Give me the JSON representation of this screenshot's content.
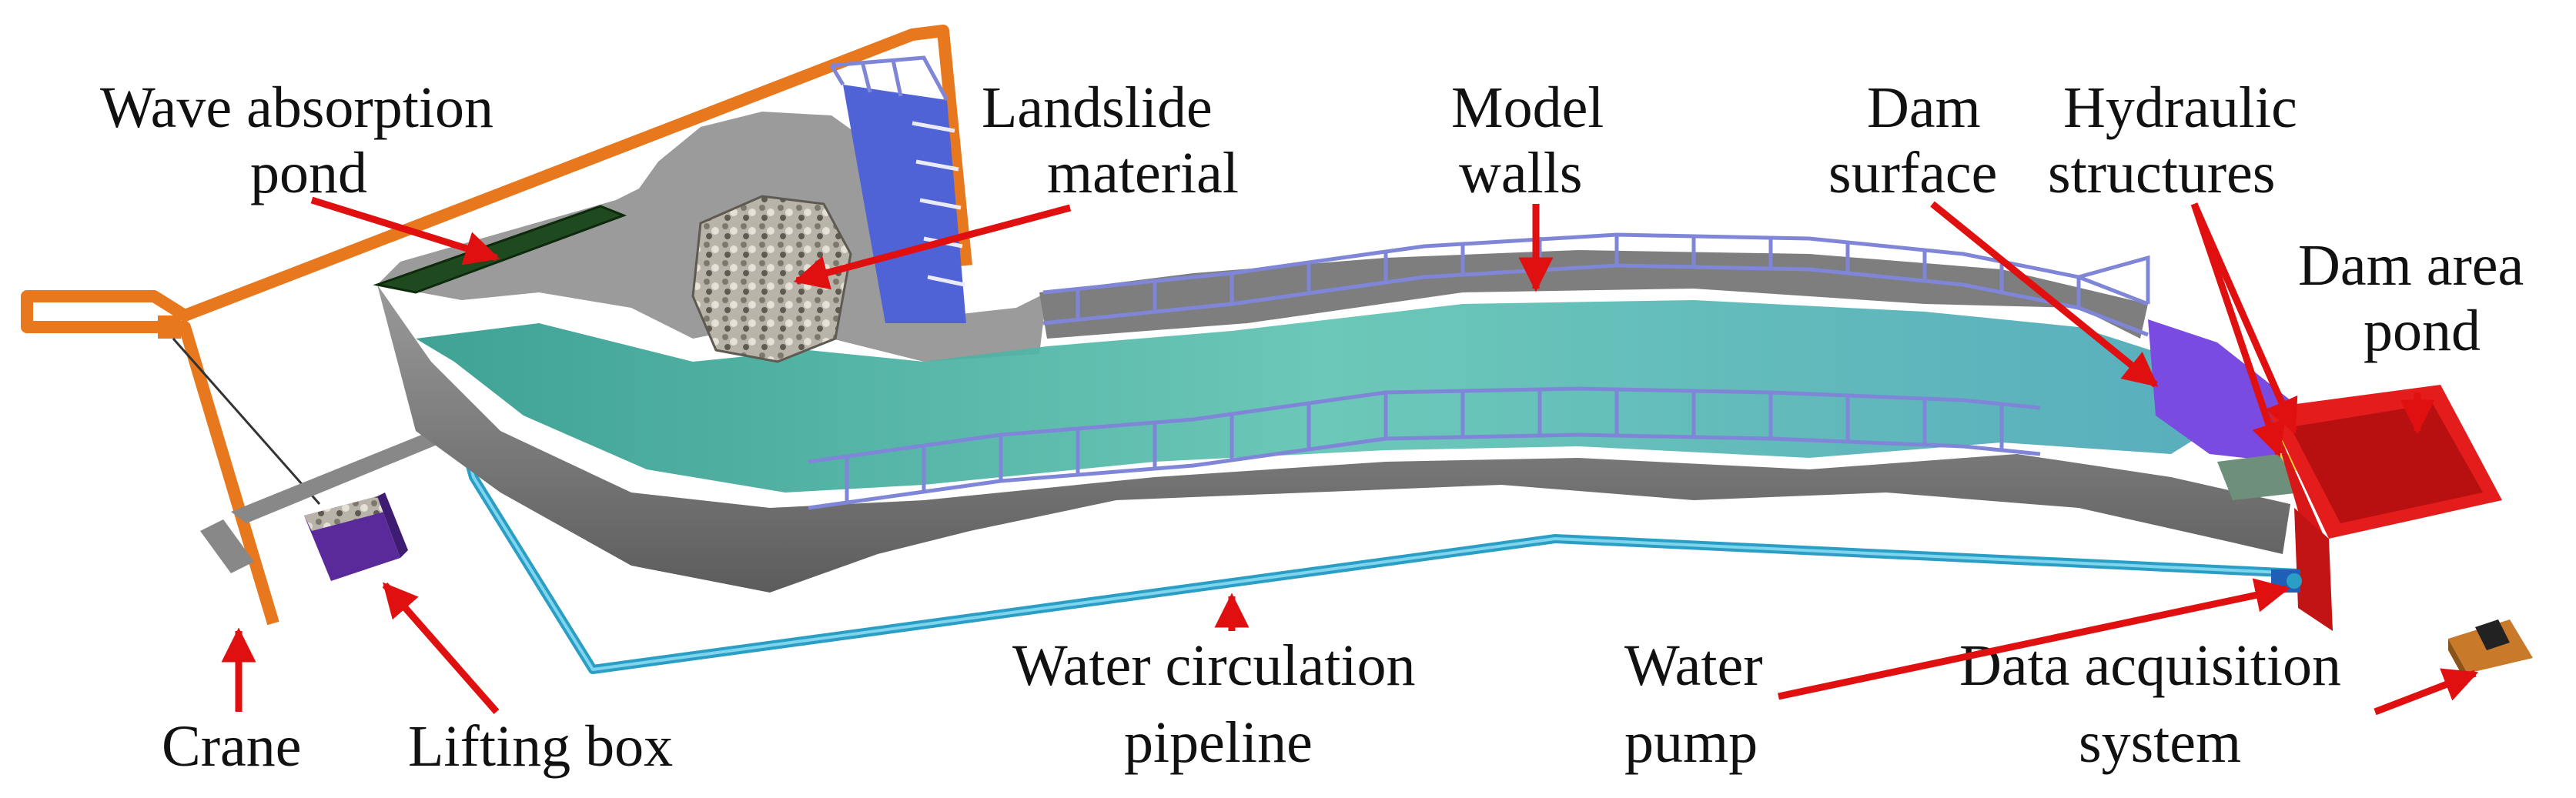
{
  "labels": {
    "wave_absorption_pond_l1": "Wave absorption",
    "wave_absorption_pond_l2": "pond",
    "landslide_material_l1": "Landslide",
    "landslide_material_l2": "material",
    "model_walls_l1": "Model",
    "model_walls_l2": "walls",
    "dam_surface_l1": "Dam",
    "dam_surface_l2": "surface",
    "hydraulic_structures_l1": "Hydraulic",
    "hydraulic_structures_l2": "structures",
    "dam_area_pond_l1": "Dam area",
    "dam_area_pond_l2": "pond",
    "crane": "Crane",
    "lifting_box": "Lifting box",
    "water_circulation_pipeline_l1": "Water circulation",
    "water_circulation_pipeline_l2": "pipeline",
    "water_pump_l1": "Water",
    "water_pump_l2": "pump",
    "data_acquisition_system_l1": "Data acquisition",
    "data_acquisition_system_l2": "system"
  },
  "colors": {
    "arrow": "#e01010",
    "crane": "#e8781e",
    "water": "#3fae9e",
    "wall": "#8a8a8a",
    "rail": "#7f86d8",
    "pipe": "#2a9ec4",
    "dam": "#7a4be0",
    "pond": "#e41c1c",
    "box": "#5a2a9a"
  }
}
